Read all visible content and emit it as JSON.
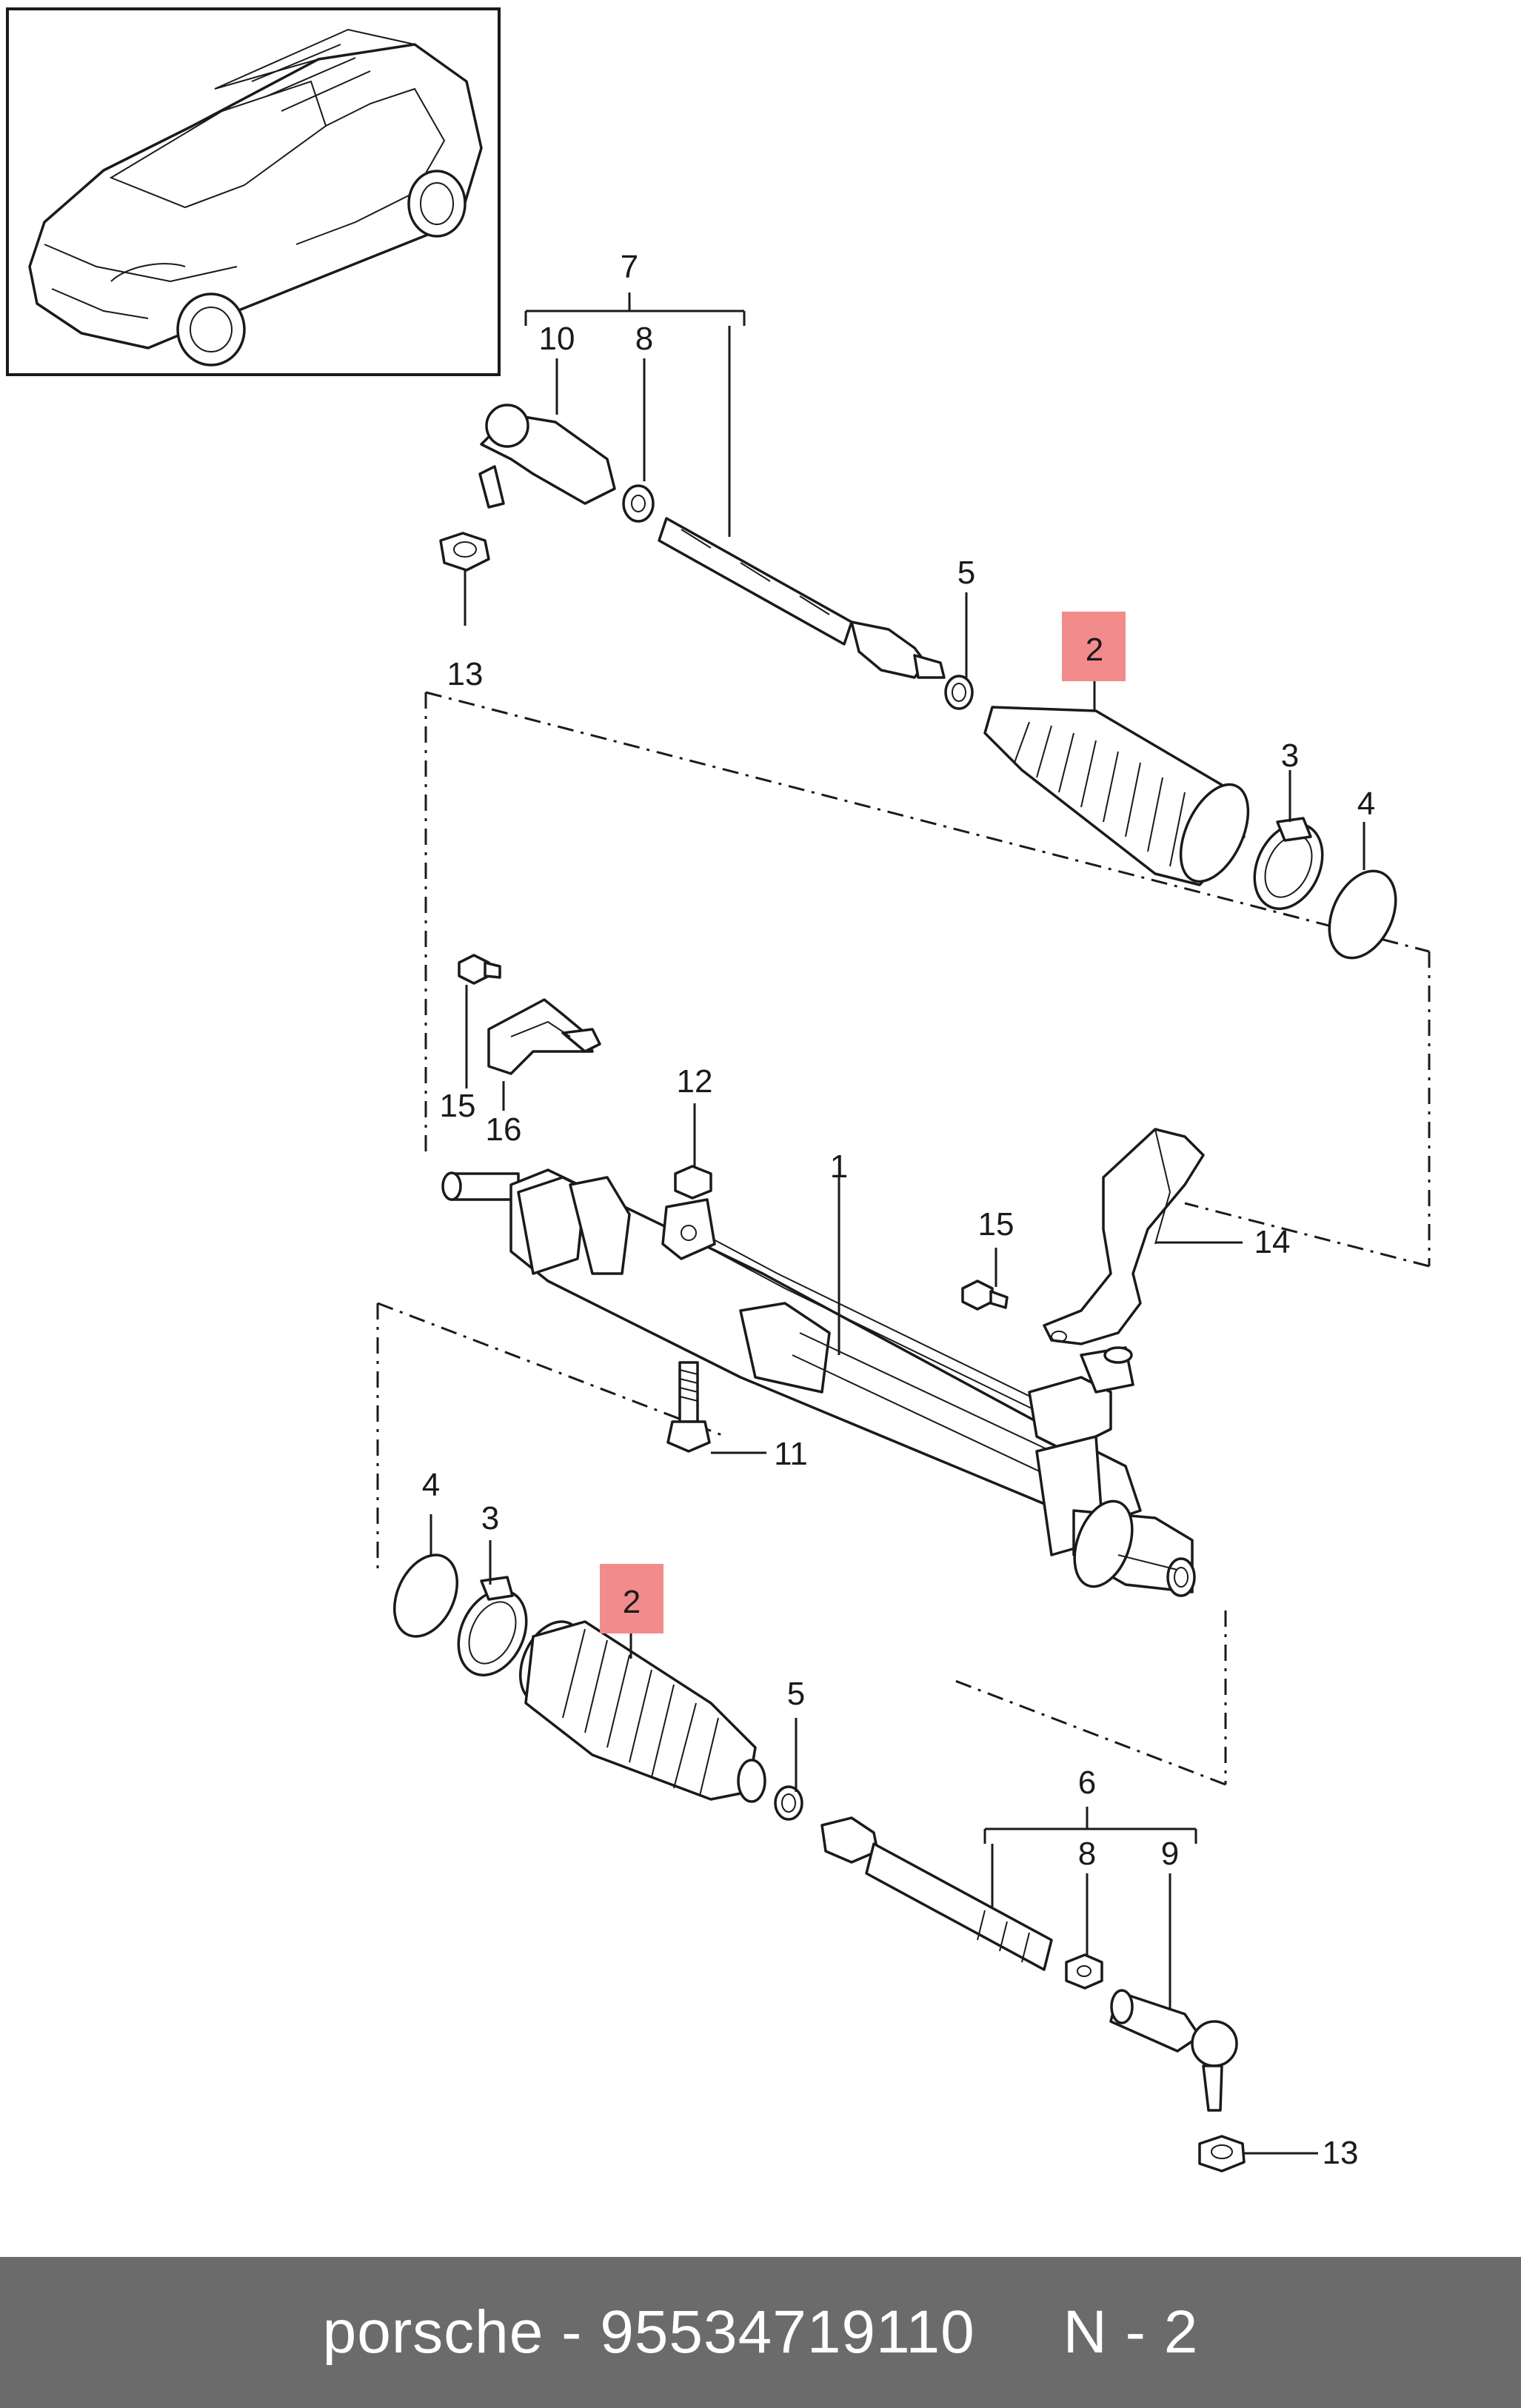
{
  "diagram": {
    "callouts": {
      "c1": "1",
      "c2_top": "2",
      "c2_bottom": "2",
      "c3_top": "3",
      "c3_bottom": "3",
      "c4_top": "4",
      "c4_bottom": "4",
      "c5_top": "5",
      "c5_bottom": "5",
      "c6": "6",
      "c7": "7",
      "c8_top": "8",
      "c8_bottom": "8",
      "c9": "9",
      "c10": "10",
      "c11": "11",
      "c12": "12",
      "c13_top": "13",
      "c13_bottom": "13",
      "c14": "14",
      "c15_top": "15",
      "c15_mid": "15",
      "c16": "16"
    },
    "highlight_color": "#f28b8b"
  },
  "footer": {
    "text": "porsche - 95534719110     N - 2",
    "background": "#6b6b6b"
  }
}
